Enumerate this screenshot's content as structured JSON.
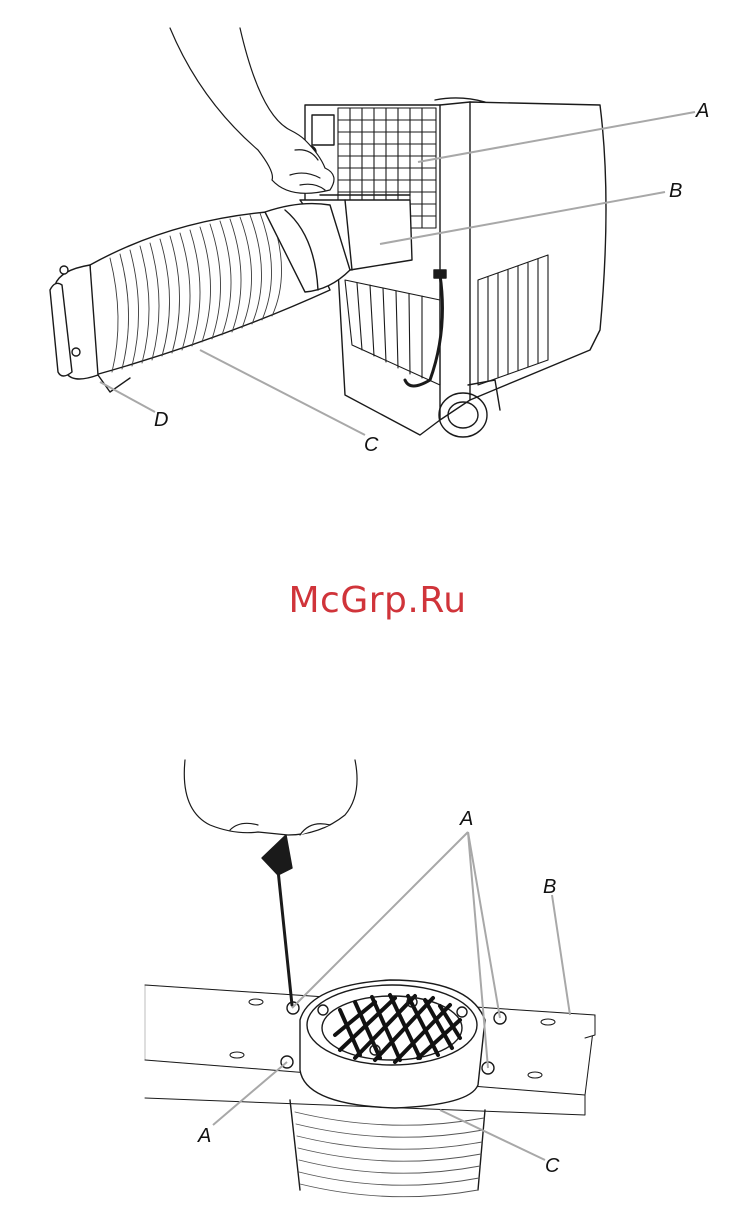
{
  "figure_top": {
    "labels": {
      "a": "A",
      "b": "B",
      "c": "C",
      "d": "D"
    }
  },
  "watermark": {
    "text": "McGrp.Ru",
    "color": "#d0343a"
  },
  "figure_bottom": {
    "labels": {
      "a_top": "A",
      "a_left": "A",
      "b": "B",
      "c": "C"
    }
  },
  "colors": {
    "line": "#1a1a1a",
    "leader": "#a8a8a8",
    "hatch": "#3a3a3a"
  }
}
